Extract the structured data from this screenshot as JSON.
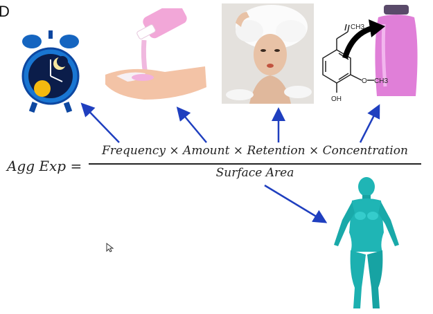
{
  "panel_label": "D",
  "formula": {
    "lhs": "Agg Exp =",
    "numerator": "Frequency × Amount × Retention × Concentration",
    "denominator": "Surface Area"
  },
  "molecule_labels": {
    "methyl": "CH3",
    "methoxy_o": "O",
    "methoxy_ch3": "CH3",
    "hydroxyl": "OH"
  },
  "colors": {
    "arrow": "#1f3fbf",
    "body_model": "#1fb5b5",
    "bottle": "#e07fd8",
    "clock": "#1565c0"
  },
  "icons": {
    "alarm_clock": "alarm-clock-icon",
    "lotion": "lotion-pour-icon",
    "shampoo_woman": "shampoo-woman-icon",
    "molecule": "eugenol-molecule-icon",
    "bottle": "pink-bottle-icon",
    "body": "human-body-model-icon"
  }
}
